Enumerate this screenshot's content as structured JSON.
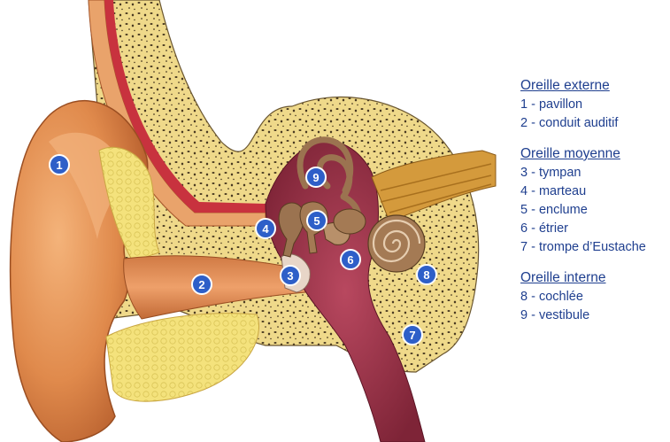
{
  "legend": [
    {
      "heading": "Oreille externe",
      "items": [
        "1 - pavillon",
        "2 - conduit auditif"
      ]
    },
    {
      "heading": "Oreille moyenne",
      "items": [
        "3 - tympan",
        "4 - marteau",
        "5 - enclume",
        "6 - étrier",
        "7 - trompe d’Eustache"
      ]
    },
    {
      "heading": "Oreille interne",
      "items": [
        "8 - cochlée",
        "9 - vestibule"
      ]
    }
  ],
  "markers": [
    "1",
    "2",
    "3",
    "4",
    "5",
    "6",
    "7",
    "8",
    "9"
  ],
  "colors": {
    "skin": "#e8904e",
    "bone": "#efd98a",
    "fat": "#f2e07a",
    "cavity": "#9c3348",
    "ossicles": "#9b7350",
    "nerve": "#c98a2e",
    "marker": "#2e5fc8",
    "legend_text": "#1f3f8f"
  }
}
